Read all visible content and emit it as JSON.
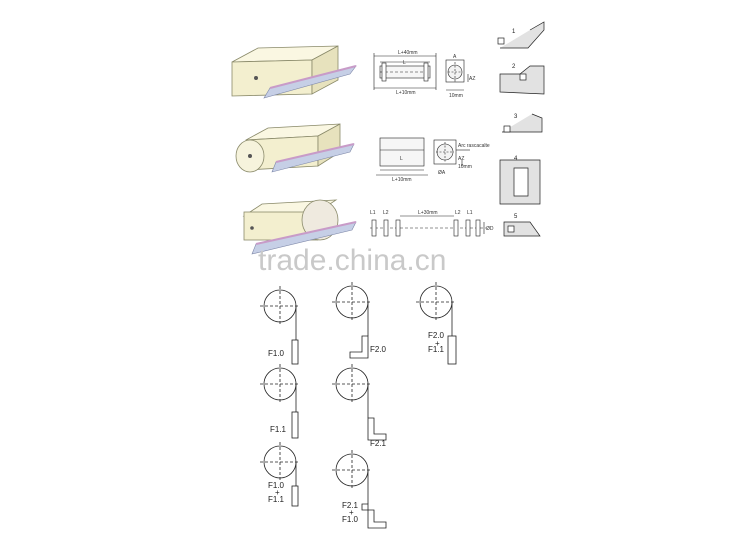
{
  "watermark": "trade.china.cn",
  "colors": {
    "box": "#f3efcf",
    "box_edge": "#8a8a6a",
    "belt": "#b7c3df",
    "belt_stripe": "#c89bc8",
    "line": "#222222"
  },
  "dimension_labels": {
    "row1": {
      "top": "L+40mm",
      "mid": "L",
      "bottom": "L+10mm",
      "a": "A",
      "az": "AZ",
      "side": "10mm"
    },
    "row2": {
      "mid": "L",
      "bottom": "L+10mm",
      "note": "Arc rascacalte",
      "a": "ØA",
      "az": "AZ",
      "side": "10mm"
    },
    "row3": {
      "left1": "L1",
      "left2": "L2",
      "mid": "L+30mm",
      "right1": "L2",
      "right2": "L1",
      "dia": "ØD"
    }
  },
  "profiles": [
    "1",
    "2",
    "3",
    "4",
    "5"
  ],
  "fixtures": [
    {
      "id": "f10",
      "label": "F1.0"
    },
    {
      "id": "f20",
      "label": "F2.0"
    },
    {
      "id": "f20f11",
      "label": "F2.0\n+\nF1.1"
    },
    {
      "id": "f11",
      "label": "F1.1"
    },
    {
      "id": "f21",
      "label": "F2.1"
    },
    {
      "id": "f10f11",
      "label": "F1.0\n+\nF1.1"
    },
    {
      "id": "f21f10",
      "label": "F2.1\n+\nF1.0"
    }
  ],
  "fixture_text": {
    "f10": "F1.0",
    "f20": "F2.0",
    "f20f11_a": "F2.0",
    "f20f11_plus": "+",
    "f20f11_b": "F1.1",
    "f11": "F1.1",
    "f21": "F2.1",
    "f10f11_a": "F1.0",
    "f10f11_plus": "+",
    "f10f11_b": "F1.1",
    "f21f10_a": "F2.1",
    "f21f10_plus": "+",
    "f21f10_b": "F1.0"
  }
}
